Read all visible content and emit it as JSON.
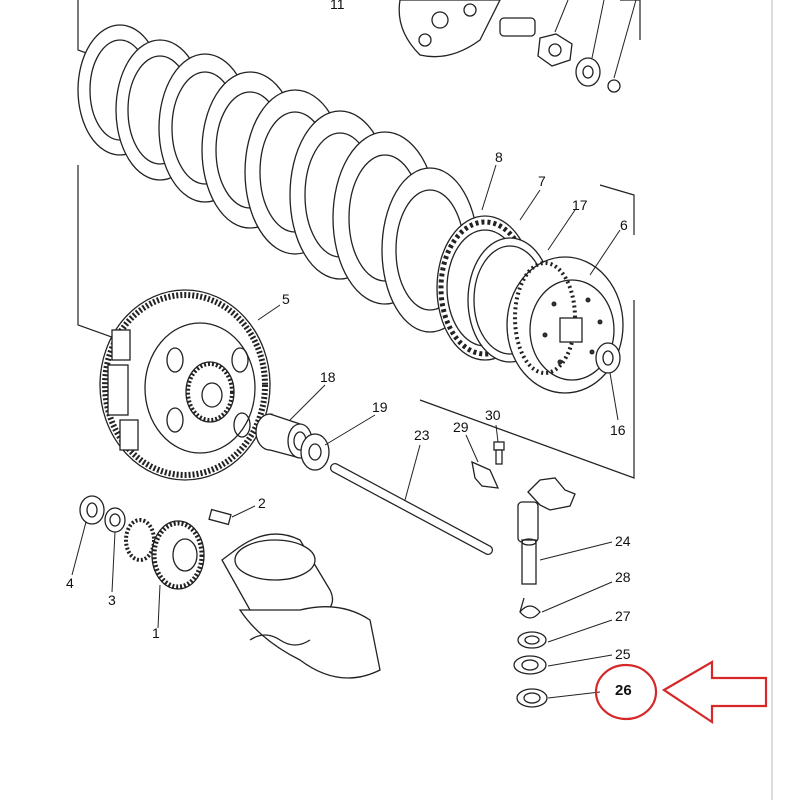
{
  "diagram": {
    "labels": {
      "p1": "1",
      "p2": "2",
      "p3": "3",
      "p4": "4",
      "p5": "5",
      "p6": "6",
      "p7": "7",
      "p8": "8",
      "p11": "11",
      "p16": "16",
      "p17": "17",
      "p18": "18",
      "p19": "19",
      "p23": "23",
      "p24": "24",
      "p25": "25",
      "p26": "26",
      "p27": "27",
      "p28": "28",
      "p29": "29",
      "p30": "30"
    },
    "highlight": {
      "target_part": "26",
      "circle_color": "#d62828",
      "arrow_color": "#d62828"
    }
  }
}
